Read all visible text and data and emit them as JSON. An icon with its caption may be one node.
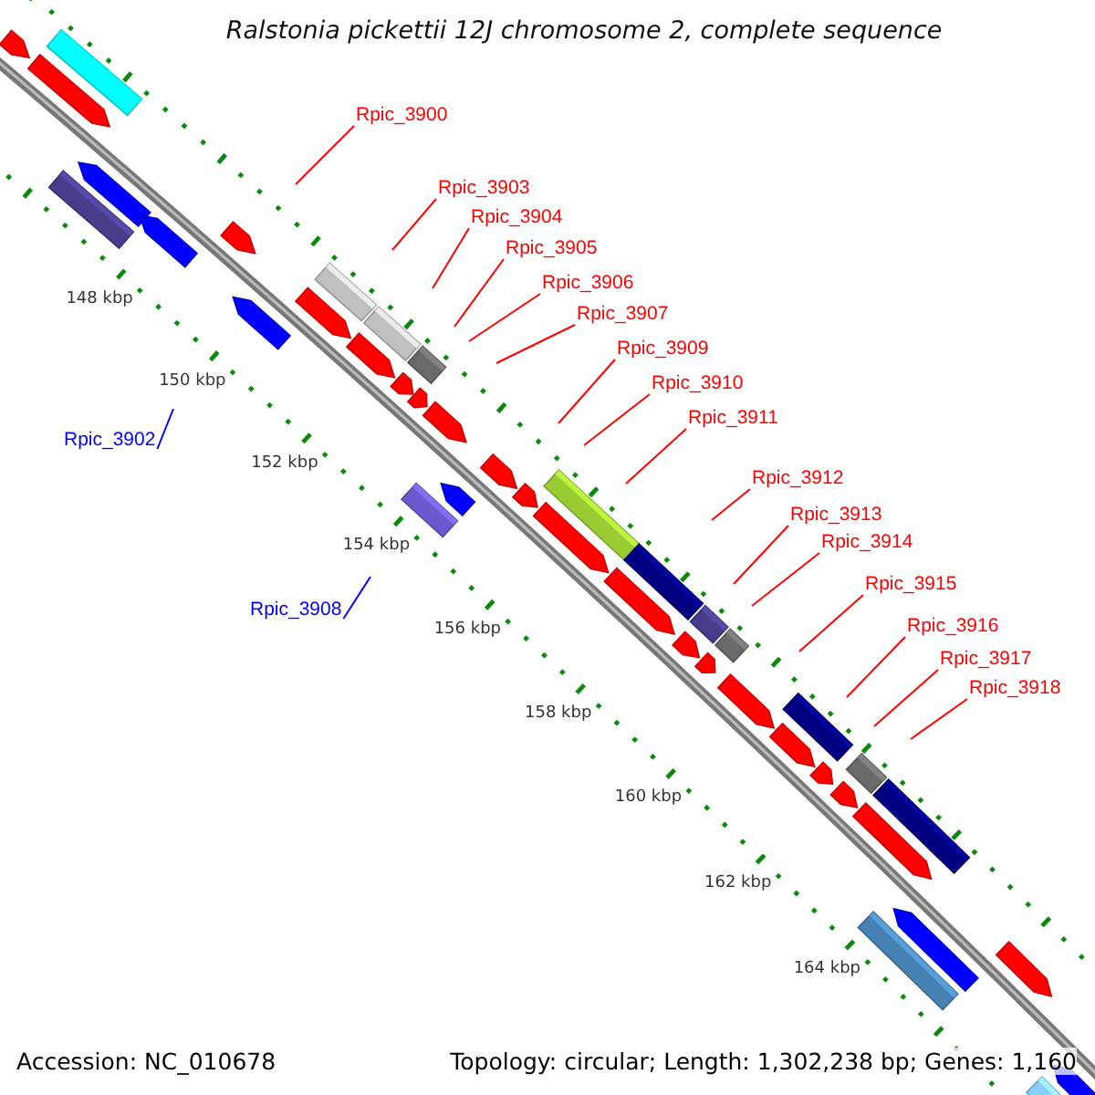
{
  "diagram": {
    "title": "Ralstonia pickettii 12J chromosome 2, complete sequence",
    "nodes": [
      {
        "text": [
          "Rpic_3900"
        ]
      },
      {
        "text": [
          "Rpic_3903"
        ]
      },
      {
        "text": [
          "Rpic_3904"
        ]
      },
      {
        "text": [
          "Rpic_3905"
        ]
      },
      {
        "text": [
          "Rpic_3906"
        ]
      },
      {
        "text": [
          "Rpic_3907"
        ]
      },
      {
        "text": [
          "Rpic_3909"
        ]
      },
      {
        "text": [
          "Rpic_3910"
        ]
      },
      {
        "text": [
          "Rpic_3911"
        ]
      },
      {
        "text": [
          "Rpic_3902"
        ]
      },
      {
        "text": [
          "Rpic_3912"
        ]
      },
      {
        "text": [
          "Rpic_3913"
        ]
      },
      {
        "text": [
          "Rpic_3914"
        ]
      },
      {
        "text": [
          "Rpic_3915"
        ]
      },
      {
        "text": [
          "Rpic_3908"
        ]
      },
      {
        "text": [
          "Rpic_3916"
        ]
      },
      {
        "text": [
          "Rpic_3917"
        ]
      },
      {
        "text": [
          "Rpic_3918"
        ]
      }
    ],
    "edges": [
      {
        "from": 0,
        "to": null,
        "arrow": "none"
      },
      {
        "from": 1,
        "to": null,
        "arrow": "none"
      },
      {
        "from": 2,
        "to": null,
        "arrow": "none"
      },
      {
        "from": 3,
        "to": null,
        "arrow": "none"
      },
      {
        "from": 4,
        "to": null,
        "arrow": "none"
      },
      {
        "from": 5,
        "to": null,
        "arrow": "none"
      },
      {
        "from": 6,
        "to": null,
        "arrow": "none"
      },
      {
        "from": 7,
        "to": null,
        "arrow": "none"
      },
      {
        "from": 8,
        "to": null,
        "arrow": "none"
      },
      {
        "from": 9,
        "to": null,
        "arrow": "none",
        "color": "#0000ff"
      },
      {
        "from": 10,
        "to": null,
        "arrow": "none"
      },
      {
        "from": 11,
        "to": null,
        "arrow": "none"
      },
      {
        "from": 12,
        "to": null,
        "arrow": "none"
      },
      {
        "from": 13,
        "to": null,
        "arrow": "none"
      },
      {
        "from": 14,
        "to": null,
        "arrow": "none",
        "color": "#0000ff"
      },
      {
        "from": 15,
        "to": null,
        "arrow": "none"
      },
      {
        "from": 16,
        "to": null,
        "arrow": "none"
      },
      {
        "from": 17,
        "to": null,
        "arrow": "none"
      }
    ],
    "labels": [
      "148 kbp",
      "150 kbp",
      "152 kbp",
      "154 kbp",
      "156 kbp",
      "158 kbp",
      "160 kbp",
      "162 kbp",
      "164 kbp",
      "Accession: NC_010678",
      "Topology: circular; Length: 1,302,238 bp; Genes: 1,160"
    ]
  }
}
